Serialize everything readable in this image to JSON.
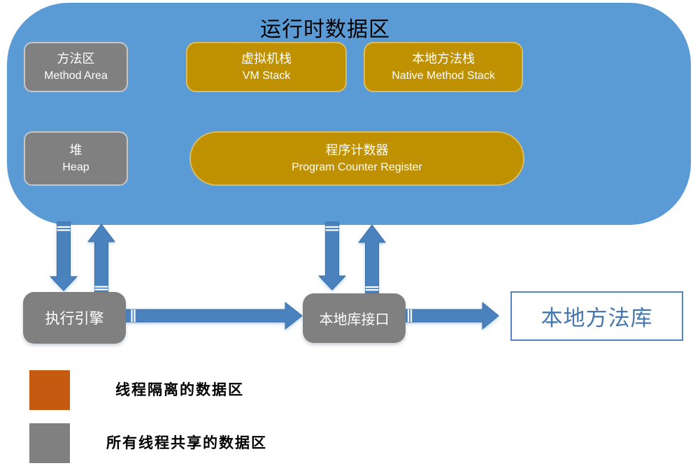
{
  "title": "运行时数据区",
  "runtime": {
    "method_area_zh": "方法区",
    "method_area_en": "Method Area",
    "vm_stack_zh": "虚拟机栈",
    "vm_stack_en": "VM Stack",
    "native_stack_zh": "本地方法栈",
    "native_stack_en": "Native Method Stack",
    "heap_zh": "堆",
    "heap_en": "Heap",
    "pc_zh": "程序计数器",
    "pc_en": "Program Counter Register"
  },
  "flow": {
    "execution_engine": "执行引擎",
    "native_interface": "本地库接口",
    "native_library": "本地方法库"
  },
  "legend": {
    "items": [
      {
        "label": "线程隔离的数据区",
        "color": "#C55A11"
      },
      {
        "label": "所有线程共享的数据区",
        "color": "#808080"
      }
    ]
  },
  "arrows": [
    "runtime-to-engine-down",
    "engine-to-runtime-up",
    "runtime-to-interface-down",
    "interface-to-runtime-up",
    "engine-to-interface-right",
    "interface-to-library-right"
  ],
  "colors": {
    "runtime_area_blue": "#5B9BD5",
    "arrow_blue": "#4A82BE",
    "shared_gray": "#808080",
    "isolated_gold": "#BF9000",
    "legend_orange": "#C55A11",
    "library_border_blue": "#5585C0",
    "library_text_blue": "#4576AD",
    "title_text": "#000000"
  }
}
